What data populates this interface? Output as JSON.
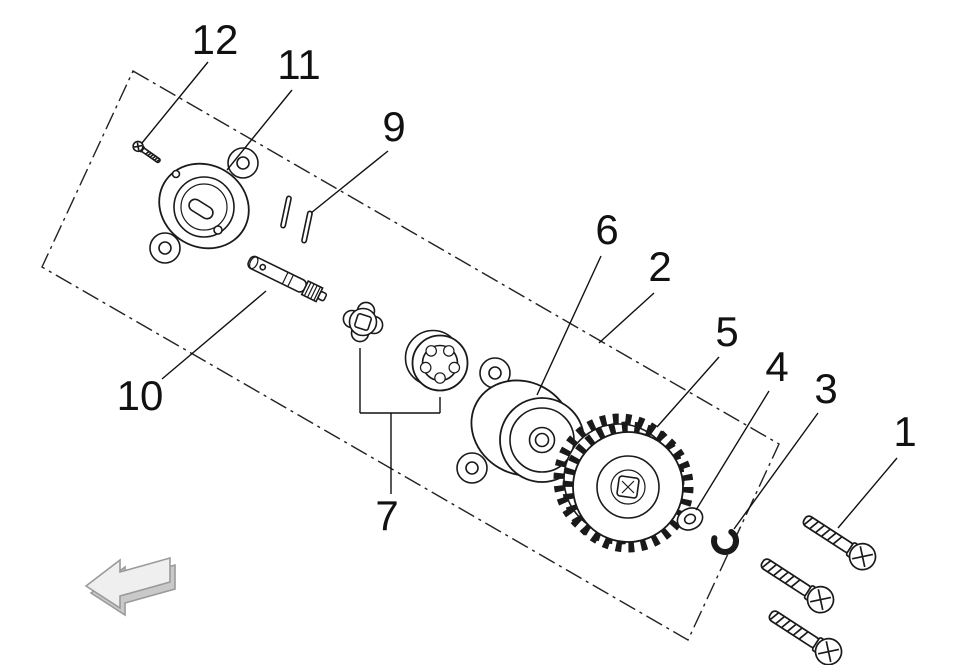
{
  "diagram": {
    "callouts": [
      {
        "label": "1"
      },
      {
        "label": "2"
      },
      {
        "label": "3"
      },
      {
        "label": "4"
      },
      {
        "label": "5"
      },
      {
        "label": "6"
      },
      {
        "label": "7"
      },
      {
        "label": "9"
      },
      {
        "label": "10"
      },
      {
        "label": "11"
      },
      {
        "label": "12"
      }
    ]
  }
}
